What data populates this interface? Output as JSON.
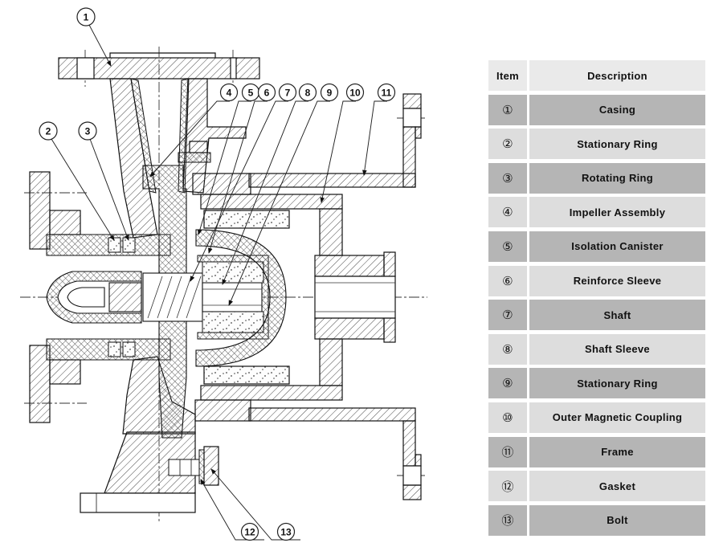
{
  "table": {
    "headers": {
      "item": "Item",
      "description": "Description"
    },
    "rows": [
      {
        "item": "①",
        "description": "Casing"
      },
      {
        "item": "②",
        "description": "Stationary Ring"
      },
      {
        "item": "③",
        "description": "Rotating Ring"
      },
      {
        "item": "④",
        "description": "Impeller Assembly"
      },
      {
        "item": "⑤",
        "description": "Isolation Canister"
      },
      {
        "item": "⑥",
        "description": "Reinforce Sleeve"
      },
      {
        "item": "⑦",
        "description": "Shaft"
      },
      {
        "item": "⑧",
        "description": "Shaft Sleeve"
      },
      {
        "item": "⑨",
        "description": "Stationary Ring"
      },
      {
        "item": "⑩",
        "description": "Outer Magnetic Coupling"
      },
      {
        "item": "⑪",
        "description": "Frame"
      },
      {
        "item": "⑫",
        "description": "Gasket"
      },
      {
        "item": "⑬",
        "description": "Bolt"
      }
    ]
  },
  "diagram": {
    "type": "pump-cross-section",
    "callouts": [
      {
        "num": "1"
      },
      {
        "num": "2"
      },
      {
        "num": "3"
      },
      {
        "num": "4"
      },
      {
        "num": "5"
      },
      {
        "num": "6"
      },
      {
        "num": "7"
      },
      {
        "num": "8"
      },
      {
        "num": "9"
      },
      {
        "num": "10"
      },
      {
        "num": "11"
      },
      {
        "num": "12"
      },
      {
        "num": "13"
      }
    ]
  },
  "colors": {
    "line": "#1a1a1a",
    "table_header_bg": "#eaeaea",
    "table_row_dark": "#b5b5b5",
    "table_row_light": "#dddddd",
    "background": "#ffffff"
  }
}
